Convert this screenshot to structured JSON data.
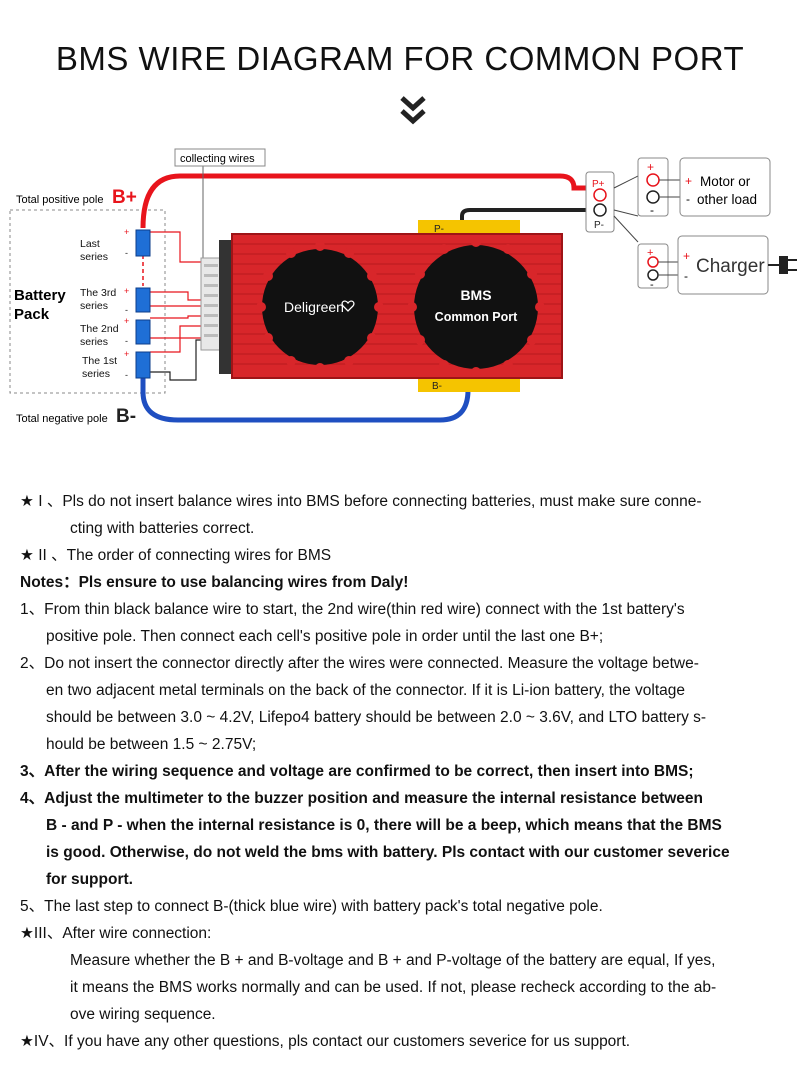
{
  "title": "BMS WIRE DIAGRAM FOR COMMON PORT",
  "icons": {
    "chevron": "double-chevron-down-icon",
    "plug": "power-plug-icon",
    "logo": "heart-logo-icon"
  },
  "colors": {
    "positive_wire": "#e8141c",
    "negative_wire": "#1f4fc1",
    "bms_body": "#d8262a",
    "terminal": "#f5c400",
    "cell": "#1f6fd6"
  },
  "diagram": {
    "collecting_wires": "collecting wires",
    "total_positive": "Total positive pole",
    "b_plus": "B+",
    "total_negative": "Total negative pole",
    "b_minus": "B-",
    "battery_pack_line1": "Battery",
    "battery_pack_line2": "Pack",
    "cell_last_1": "Last",
    "cell_last_2": "series",
    "cell_3rd_1": "The 3rd",
    "cell_3rd_2": "series",
    "cell_2nd_1": "The 2nd",
    "cell_2nd_2": "series",
    "cell_1st_1": "The 1st",
    "cell_1st_2": "series",
    "plus_sign": "+",
    "minus_sign": "-",
    "p_minus_label": "P-",
    "b_minus_label": "B-",
    "port_p_plus": "P+",
    "port_p_minus": "P-",
    "brand": "Deligreen",
    "bms_line1": "BMS",
    "bms_line2": "Common Port",
    "motor_line1": "Motor or",
    "motor_line2": "other load",
    "charger": "Charger"
  },
  "notes": {
    "s1a": "★ I 、Pls do not insert balance wires into BMS before connecting batteries, must make sure conne-",
    "s1b": "cting with batteries correct.",
    "s2": "★ II 、The order of connecting wires for BMS",
    "notes_line": "Notes：Pls ensure to use balancing  wires from Daly!",
    "n1a": "1、From thin black balance wire to start, the 2nd wire(thin red wire) connect with the 1st battery's",
    "n1b": "positive pole. Then connect each cell's positive pole in order until the last one B+;",
    "n2a": "2、Do not insert the connector directly after the wires were connected. Measure the voltage betwe-",
    "n2b": "en two adjacent metal terminals on the back of the connector. If it is Li-ion battery, the voltage",
    "n2c": "should be between 3.0 ~ 4.2V, Lifepo4 battery should be between 2.0 ~ 3.6V, and LTO battery s-",
    "n2d": "hould be between 1.5 ~ 2.75V;",
    "n3": "3、After the wiring sequence and voltage are confirmed to be correct, then insert into BMS;",
    "n4a": "4、Adjust the multimeter to the buzzer position and measure the internal resistance between",
    "n4b": "B - and P - when the internal resistance is 0, there will be a beep, which means that the BMS",
    "n4c": "is good. Otherwise, do not weld the bms with battery. Pls contact with our customer severice",
    "n4d": "for support.",
    "n5": "5、The last step to connect B-(thick blue wire) with battery pack's total negative pole.",
    "s3": "★III、After wire connection:",
    "s3a": "Measure whether the B + and B-voltage and B + and P-voltage of the battery are equal, If yes,",
    "s3b": "it means the BMS works normally and can be used. If not, please recheck according to the ab-",
    "s3c": "ove wiring sequence.",
    "s4": "★IV、If you have any other questions, pls contact our customers severice for us support."
  }
}
